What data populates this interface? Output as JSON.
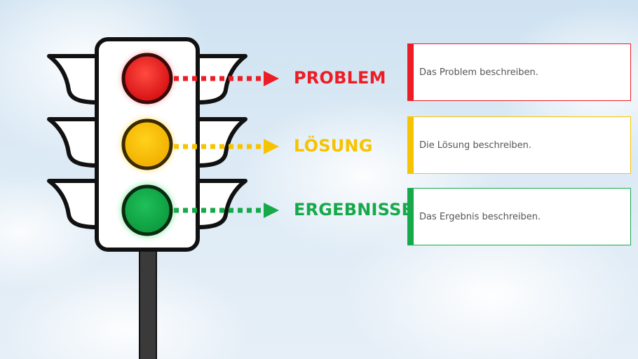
{
  "colors": {
    "red": "#ee1c24",
    "yellow": "#f7c300",
    "green": "#16a94a",
    "frame": "#111111",
    "pole": "#3a3a3a"
  },
  "rows": [
    {
      "key": "problem",
      "label": "PROBLEM",
      "color": "#ee1c24",
      "text": "Das Problem beschreiben."
    },
    {
      "key": "loesung",
      "label": "LÖSUNG",
      "color": "#f7c300",
      "text": "Die Lösung beschreiben."
    },
    {
      "key": "ergebnisse",
      "label": "ERGEBNISSE",
      "color": "#16a94a",
      "text": "Das Ergebnis beschreiben."
    }
  ]
}
